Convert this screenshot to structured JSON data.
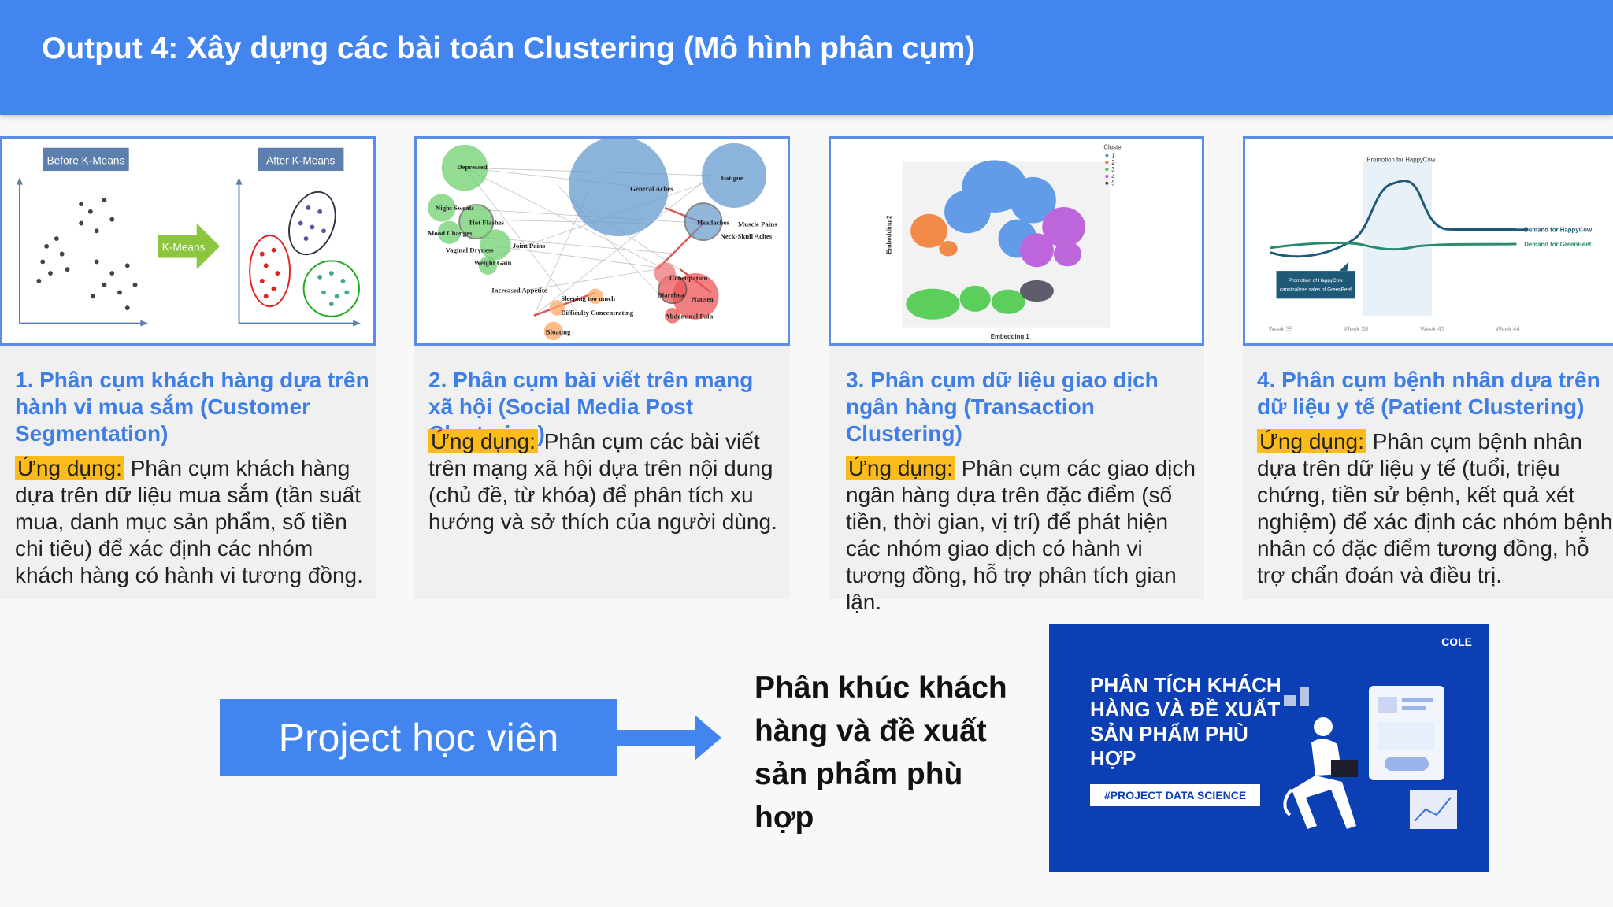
{
  "header": {
    "title": "Output 4: Xây dựng các bài toán Clustering (Mô hình phân cụm)"
  },
  "cards": [
    {
      "title": "1. Phân cụm khách hàng dựa trên hành vi mua sắm (Customer Segmentation)",
      "app_label": "Ứng dụng:",
      "desc": "Phân cụm khách hàng dựa trên dữ liệu mua sắm (tần suất mua, danh mục sản phẩm, số tiền chi tiêu) để xác định các nhóm khách hàng có hành vi tương đồng.",
      "image": {
        "before_label": "Before K-Means",
        "after_label": "After K-Means",
        "arrow_label": "K-Means"
      }
    },
    {
      "title": "2. Phân cụm bài viết trên mạng xã hội (Social Media Post Clustering)",
      "app_label": "Ứng dụng:",
      "desc": "Phân cụm các bài viết trên mạng xã hội dựa trên nội dung (chủ đề, từ khóa) để phân tích xu hướng và sở thích của người dùng.",
      "image": {
        "nodes": [
          "Depressed",
          "General Aches",
          "Fatigue",
          "Night Sweats",
          "Hot Flashes",
          "Mood Changes",
          "Vaginal Dryness",
          "Joint Pains",
          "Weight Gain",
          "Headaches",
          "Muscle Pains",
          "Neck-Skull Aches",
          "Increased Appetite",
          "Sleeping too much",
          "Difficulty Concentrating",
          "Bloating",
          "Constipation",
          "Diarrhea",
          "Nausea",
          "Abdominal Pain"
        ]
      }
    },
    {
      "title": "3. Phân cụm dữ liệu giao dịch ngân hàng (Transaction Clustering)",
      "app_label": "Ứng dụng:",
      "desc": "Phân cụm các giao dịch ngân hàng dựa trên đặc điểm (số tiền, thời gian, vị trí) để phát hiện các nhóm giao dịch có hành vi tương đồng, hỗ trợ phân tích gian lận.",
      "image": {
        "xlabel": "Embedding 1",
        "ylabel": "Embedding 2",
        "legend_title": "Cluster",
        "legend_items": [
          "1",
          "2",
          "3",
          "4",
          "5"
        ]
      }
    },
    {
      "title": "4. Phân cụm bệnh nhân dựa trên dữ liệu y tế (Patient Clustering)",
      "app_label": "Ứng dụng:",
      "desc": "Phân cụm bệnh nhân dựa trên dữ liệu y tế (tuổi, triệu chứng, tiền sử bệnh, kết quả xét nghiệm) để xác định các nhóm bệnh nhân có đặc điểm tương đồng, hỗ trợ chẩn đoán và điều trị.",
      "image": {
        "title": "Promotion for HappyCow",
        "series": [
          "Demand for HappyCow",
          "Demand for GreenBeef"
        ],
        "annotation_line1": "Promotion of HappyCow",
        "annotation_line2": "cannibalizes sales of GreenBeef",
        "weeks": [
          "Week 35",
          "Week 38",
          "Week 41",
          "Week 44"
        ]
      }
    }
  ],
  "project": {
    "box_label": "Project học viên",
    "result_line1": "Phân khúc khách",
    "result_line2": "hàng và đề xuất",
    "result_line3": "sản phẩm phù hợp"
  },
  "promo": {
    "logo": "COLE",
    "title": "PHÂN TÍCH KHÁCH HÀNG VÀ ĐỀ XUẤT SẢN PHẨM PHÙ HỢP",
    "tag": "#PROJECT DATA SCIENCE"
  },
  "colors": {
    "primary": "#4385ef",
    "accent": "#fbbb1a",
    "title_blue": "#3f7ee4",
    "promo_bg": "#0b3fb3"
  }
}
